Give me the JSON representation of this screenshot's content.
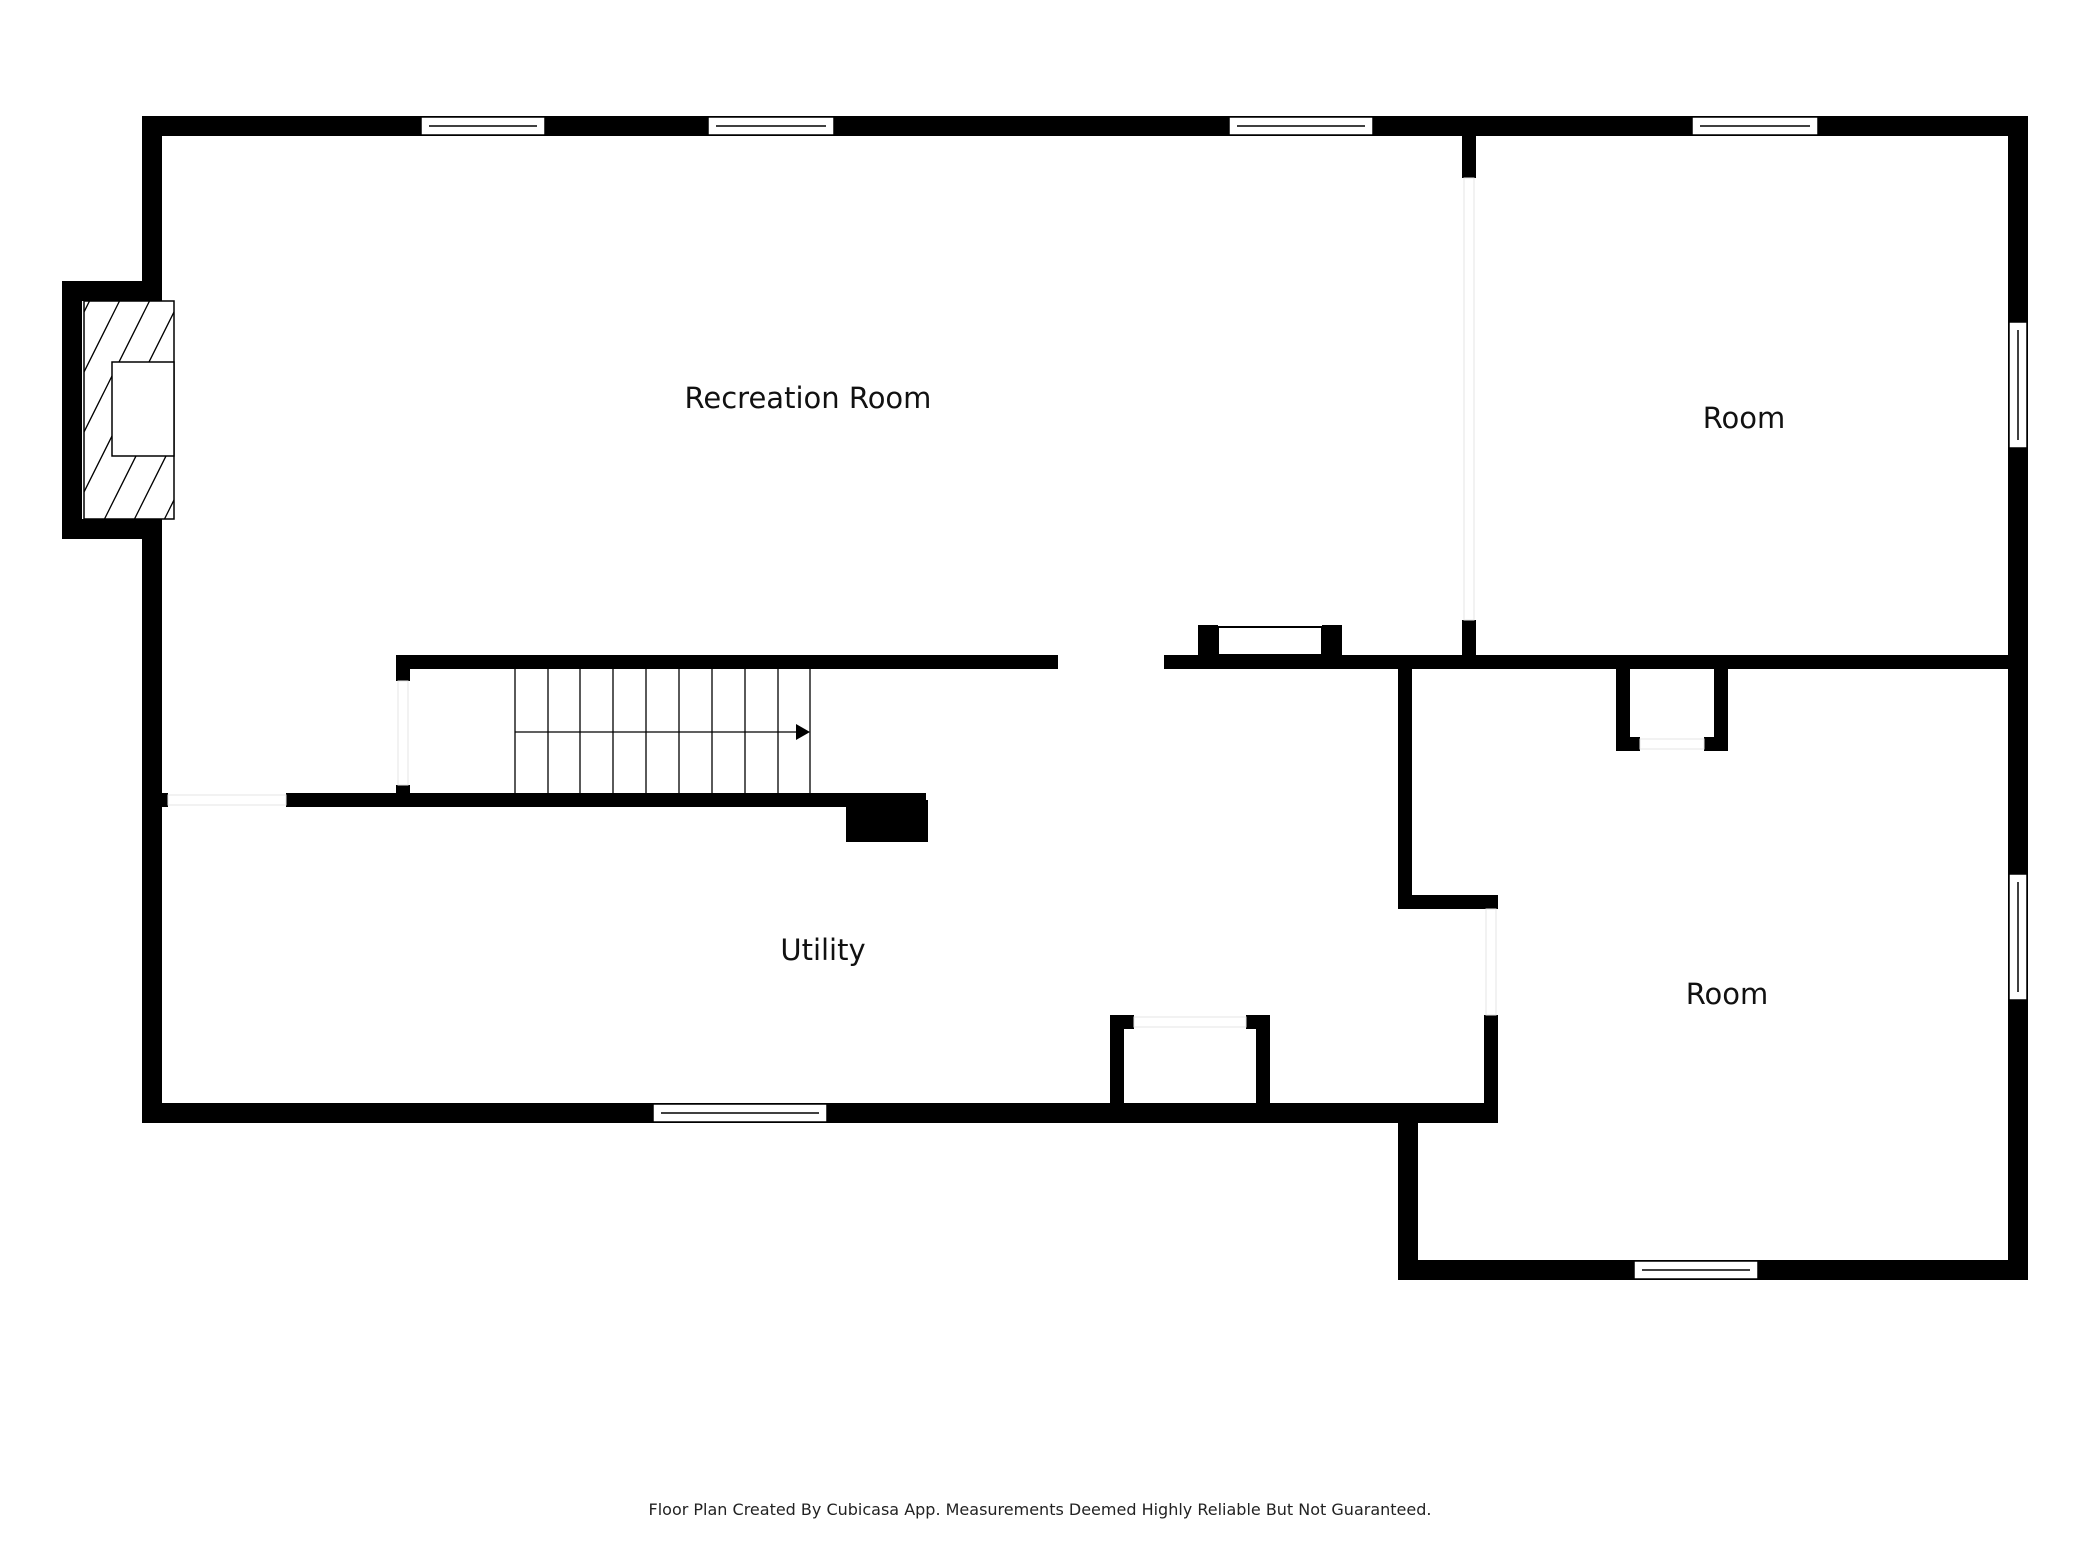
{
  "rooms": {
    "recreation": "Recreation Room",
    "room_upper": "Room",
    "room_lower": "Room",
    "utility": "Utility"
  },
  "footer": {
    "text": "Floor Plan Created By Cubicasa App. Measurements Deemed Highly Reliable But Not Guaranteed."
  }
}
